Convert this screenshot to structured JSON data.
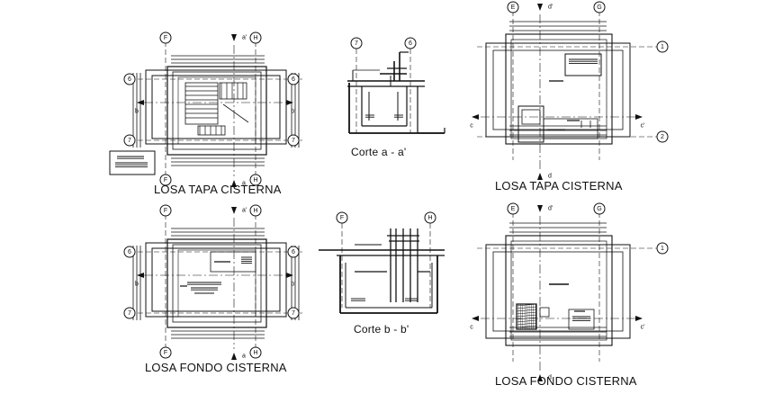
{
  "captions": {
    "losa_tapa_1": "LOSA TAPA CISTERNA",
    "losa_tapa_2": "LOSA TAPA CISTERNA",
    "losa_fondo_1": "LOSA FONDO CISTERNA",
    "losa_fondo_2": "LOSA FONDO CISTERNA",
    "corte_a": "Corte a - a'",
    "corte_b": "Corte b - b'"
  },
  "axis_labels": {
    "F": "F",
    "H": "H",
    "six": "6",
    "seven": "7",
    "E": "E",
    "G": "G",
    "one": "1",
    "two": "2"
  },
  "section_marks": {
    "a": "a",
    "a_prime": "a'",
    "b": "b",
    "b_prime": "b'",
    "c": "c",
    "c_prime": "c'",
    "d": "d",
    "d_prime": "d'"
  },
  "colors": {
    "ink": "#111111",
    "background": "#ffffff"
  }
}
